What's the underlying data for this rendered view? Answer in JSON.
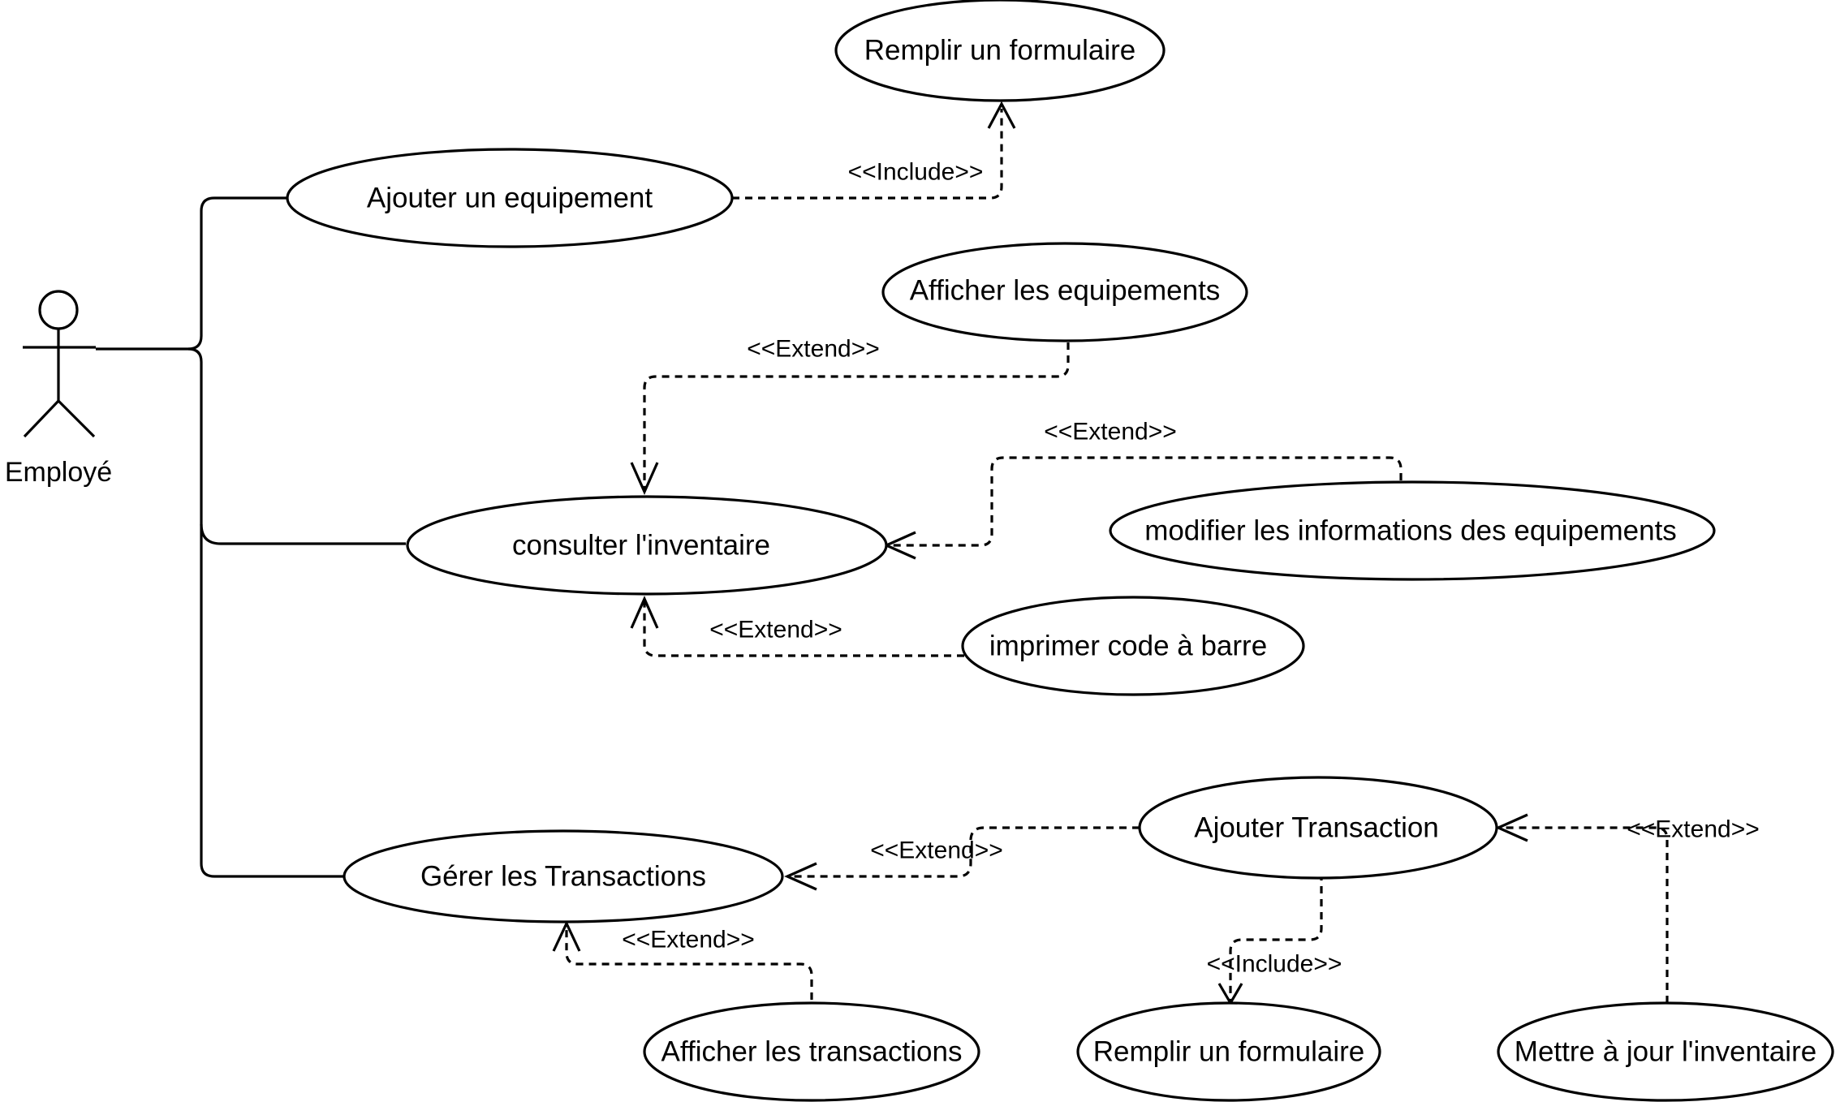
{
  "actor": {
    "name": "Employé"
  },
  "use_cases": {
    "remplir_formulaire_top": "Remplir un formulaire",
    "ajouter_equipement": "Ajouter un equipement",
    "afficher_equipements": "Afficher les equipements",
    "consulter_inventaire": "consulter l'inventaire",
    "modifier_informations": "modifier les informations des equipements",
    "imprimer_code_barre": "imprimer code à barre",
    "gerer_transactions": "Gérer les Transactions",
    "ajouter_transaction": "Ajouter Transaction",
    "afficher_transactions": "Afficher les transactions",
    "remplir_formulaire_bottom": "Remplir un formulaire",
    "mettre_a_jour_inventaire": "Mettre à jour l'inventaire"
  },
  "relations": {
    "include_equipement": "<<Include>>",
    "extend_afficher_equipements": "<<Extend>>",
    "extend_modifier": "<<Extend>>",
    "extend_imprimer": "<<Extend>>",
    "extend_ajouter_transaction": "<<Extend>>",
    "extend_afficher_transactions": "<<Extend>>",
    "include_transaction": "<<Include>>",
    "extend_mettre_a_jour": "<<Extend>>"
  }
}
